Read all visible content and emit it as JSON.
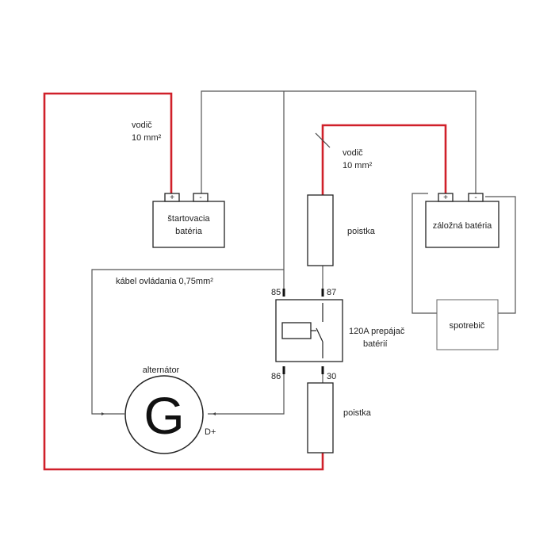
{
  "labels": {
    "wire_top_left": [
      "vodič",
      "10 mm²"
    ],
    "wire_top_right": [
      "vodič",
      "10 mm²"
    ],
    "starter_battery": [
      "štartovacia",
      "batéria"
    ],
    "backup_battery": "záložná batéria",
    "fuse_top": "poistka",
    "fuse_bottom": "poistka",
    "control_cable": "kábel ovládania 0,75mm²",
    "relay": [
      "120A prepájač",
      "batérií"
    ],
    "consumer": "spotrebič",
    "alternator": "alternátor",
    "generator_symbol": "G",
    "alternator_terminal": "D+",
    "battery_plus": "+",
    "battery_minus": "-"
  },
  "relay_pins": {
    "p85": "85",
    "p87": "87",
    "p86": "86",
    "p30": "30"
  },
  "colors": {
    "power_wire": "#d0202a",
    "signal_wire": "#555555"
  }
}
